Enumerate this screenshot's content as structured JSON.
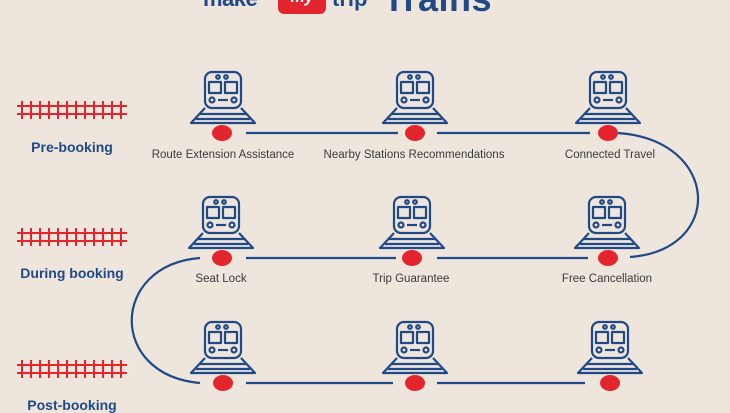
{
  "header": {
    "brand_make": "make",
    "brand_my": "my",
    "brand_trip": "trip",
    "title": "Trains"
  },
  "colors": {
    "background": "#eee5dc",
    "primary_blue": "#1f4a87",
    "accent_red": "#e3262d",
    "text_gray": "#3b3b3b"
  },
  "stages": [
    {
      "label": "Pre-booking",
      "icon": "railway-track-icon",
      "features": [
        {
          "label": "Route Extension Assistance",
          "icon": "train-icon"
        },
        {
          "label": "Nearby Stations Recommendations",
          "icon": "train-icon"
        },
        {
          "label": "Connected Travel",
          "icon": "train-icon"
        }
      ]
    },
    {
      "label": "During booking",
      "icon": "railway-track-icon",
      "features": [
        {
          "label": "Seat Lock",
          "icon": "train-icon"
        },
        {
          "label": "Trip Guarantee",
          "icon": "train-icon"
        },
        {
          "label": "Free Cancellation",
          "icon": "train-icon"
        }
      ]
    },
    {
      "label": "Post-booking",
      "icon": "railway-track-icon",
      "features": [
        {
          "label": "",
          "icon": "train-icon"
        },
        {
          "label": "",
          "icon": "train-icon"
        },
        {
          "label": "",
          "icon": "train-icon"
        }
      ]
    }
  ]
}
